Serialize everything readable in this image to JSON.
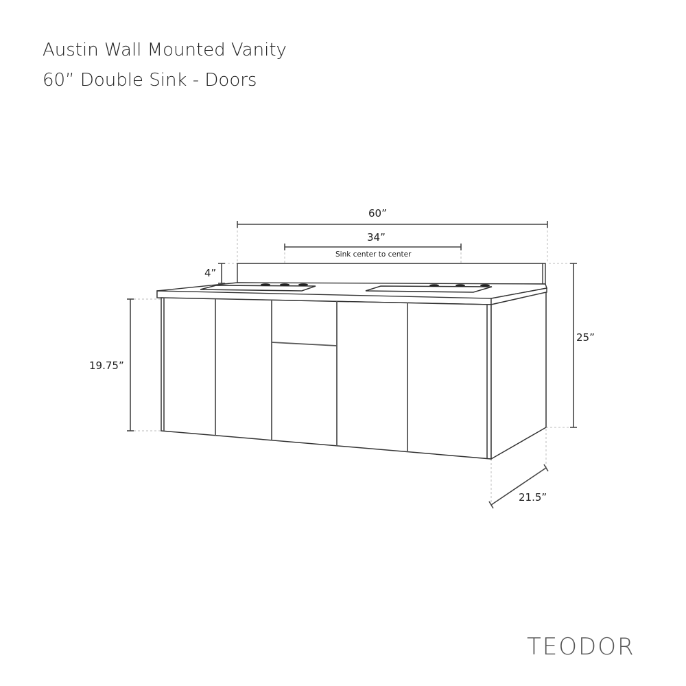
{
  "header": {
    "title_line1": "Austin Wall Mounted Vanity",
    "title_line2": "60” Double Sink - Doors"
  },
  "dimensions": {
    "overall_width": "60”",
    "sink_spacing": "34”",
    "sink_spacing_note": "Sink center to center",
    "backsplash_height": "4”",
    "cabinet_height": "19.75”",
    "total_height": "25”",
    "depth": "21.5”"
  },
  "product": {
    "sinks": 2,
    "doors": 4,
    "drawers": 1,
    "mount": "Wall Mounted"
  },
  "brand": {
    "name": "TEODOR"
  },
  "colors": {
    "line": "#333333",
    "dim_line": "#444444",
    "guide": "#bbbbbb",
    "background": "#ffffff"
  }
}
